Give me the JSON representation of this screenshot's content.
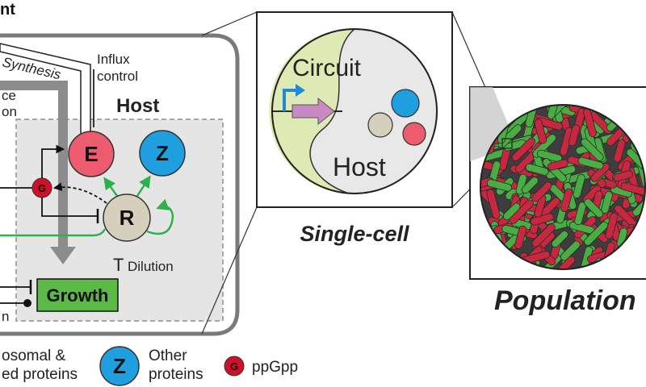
{
  "host_panel": {
    "title_fragment": "nt",
    "synthesis_label": "Synthesis",
    "influx_label_line1": "Influx",
    "influx_label_line2": "control",
    "partial_label_line1": "ce",
    "partial_label_line2": "on",
    "host_title": "Host",
    "node_e_label": "E",
    "node_z_label": "Z",
    "node_r_label": "R",
    "node_g_label": "G",
    "dilution_label": "Dilution",
    "dilution_symbol": "T",
    "growth_label": "Growth",
    "partial_left_bottom": "n"
  },
  "legend": {
    "item1_line1": "osomal &",
    "item1_line2": "ed proteins",
    "item2_symbol": "Z",
    "item2_line1": "Other",
    "item2_line2": "proteins",
    "item3_symbol": "G",
    "item3_label": "ppGpp"
  },
  "single_cell": {
    "circuit_label": "Circuit",
    "host_label": "Host",
    "caption": "Single-cell"
  },
  "population": {
    "caption": "Population"
  },
  "colors": {
    "e_node": "#ec5b6e",
    "z_node": "#1f9ee0",
    "r_node": "#d7cfbd",
    "g_node": "#d0102a",
    "green_arrow": "#2db14a",
    "growth_box": "#5bb946",
    "host_shade": "#e5e5e5",
    "circuit_fill": "#deeab4",
    "promoter": "#1f8bd8",
    "gene_arrow": "#c98ac3",
    "cell_red": "#c8283f",
    "cell_green": "#4aad44"
  }
}
